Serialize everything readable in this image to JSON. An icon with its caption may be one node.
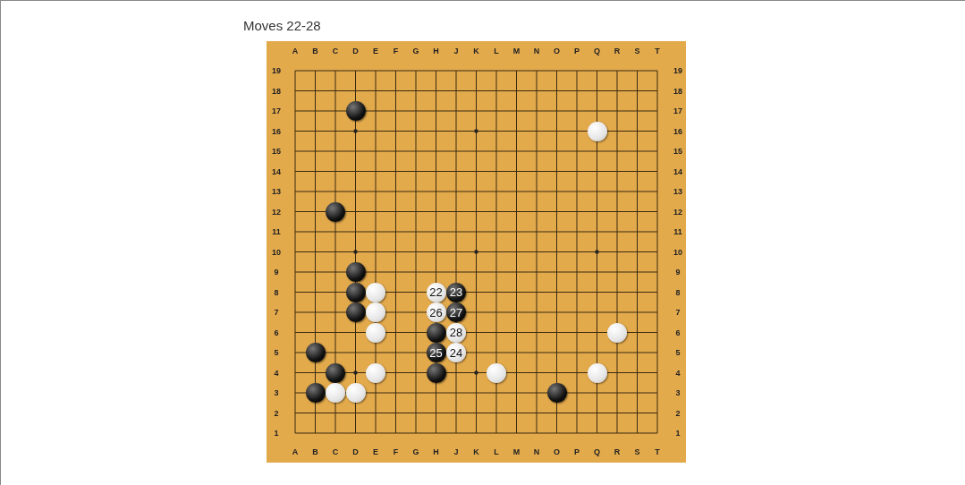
{
  "diagram": {
    "title": "Moves 22-28",
    "nodes": [
      {
        "text": [],
        "shape": "circle"
      },
      {
        "text": [],
        "shape": "circle"
      },
      {
        "text": [],
        "shape": "circle"
      },
      {
        "text": [],
        "shape": "circle"
      },
      {
        "text": [],
        "shape": "circle"
      },
      {
        "text": [],
        "shape": "circle"
      },
      {
        "text": [
          "22"
        ]
      },
      {
        "text": [
          "23"
        ]
      },
      {
        "text": [],
        "shape": "circle"
      },
      {
        "text": [],
        "shape": "circle"
      },
      {
        "text": [
          "26"
        ]
      },
      {
        "text": [
          "27"
        ]
      },
      {
        "text": [],
        "shape": "circle"
      },
      {
        "text": [],
        "shape": "circle"
      },
      {
        "text": [
          "28"
        ]
      },
      {
        "text": [],
        "shape": "circle"
      },
      {
        "text": [],
        "shape": "circle"
      },
      {
        "text": [
          "25"
        ]
      },
      {
        "text": [
          "24"
        ]
      },
      {
        "text": [],
        "shape": "circle"
      },
      {
        "text": [],
        "shape": "circle"
      },
      {
        "text": [],
        "shape": "circle"
      },
      {
        "text": [],
        "shape": "circle"
      },
      {
        "text": [],
        "shape": "circle"
      },
      {
        "text": [],
        "shape": "circle"
      },
      {
        "text": [],
        "shape": "circle"
      },
      {
        "text": [],
        "shape": "circle"
      },
      {
        "text": [],
        "shape": "circle"
      }
    ],
    "labels": [
      "A",
      "B",
      "C",
      "D",
      "E",
      "F",
      "G",
      "H",
      "J",
      "K",
      "L",
      "M",
      "N",
      "O",
      "P",
      "Q",
      "R",
      "S",
      "T",
      "19",
      "19",
      "18",
      "18",
      "17",
      "17",
      "16",
      "16",
      "15",
      "15",
      "14",
      "14",
      "13",
      "13",
      "12",
      "12",
      "11",
      "11",
      "10",
      "10",
      "9",
      "9",
      "8",
      "8",
      "7",
      "7",
      "6",
      "6",
      "5",
      "5",
      "4",
      "4",
      "3",
      "3",
      "2",
      "2",
      "1",
      "1",
      "A",
      "B",
      "C",
      "D",
      "E",
      "F",
      "G",
      "H",
      "J",
      "K",
      "L",
      "M",
      "N",
      "O",
      "P",
      "Q",
      "R",
      "S",
      "T"
    ]
  }
}
